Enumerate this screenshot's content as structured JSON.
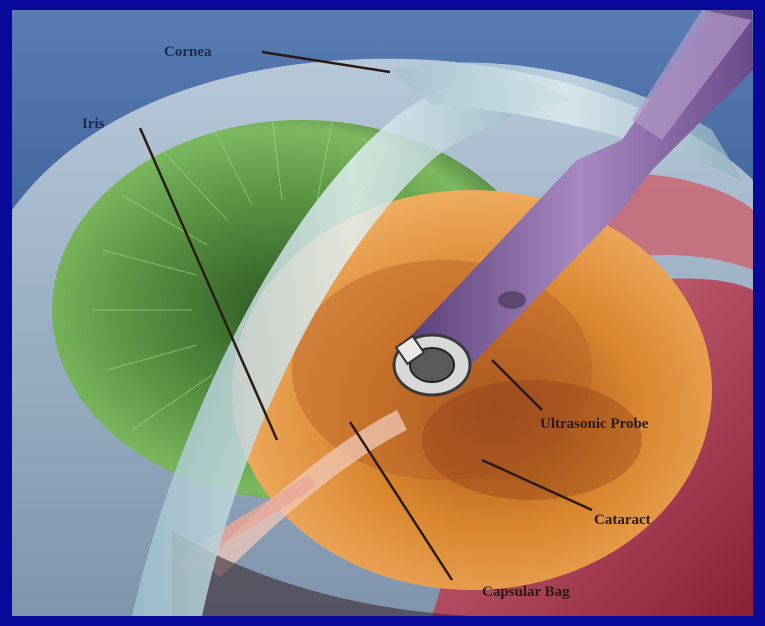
{
  "illustration": {
    "labels": {
      "cornea": "Cornea",
      "iris": "Iris",
      "ultrasonic_probe": "Ultrasonic Probe",
      "cataract": "Cataract",
      "capsular_bag": "Capsular Bag"
    },
    "colors": {
      "border": "#0a0a9a",
      "background_top": "#4a6fa8",
      "iris_green": "#4a8a3a",
      "lens_orange": "#d07a2a",
      "tissue_pink": "#c05060",
      "probe_purple": "#8a6aa0",
      "cornea_glass": "#b8d4dc"
    }
  }
}
